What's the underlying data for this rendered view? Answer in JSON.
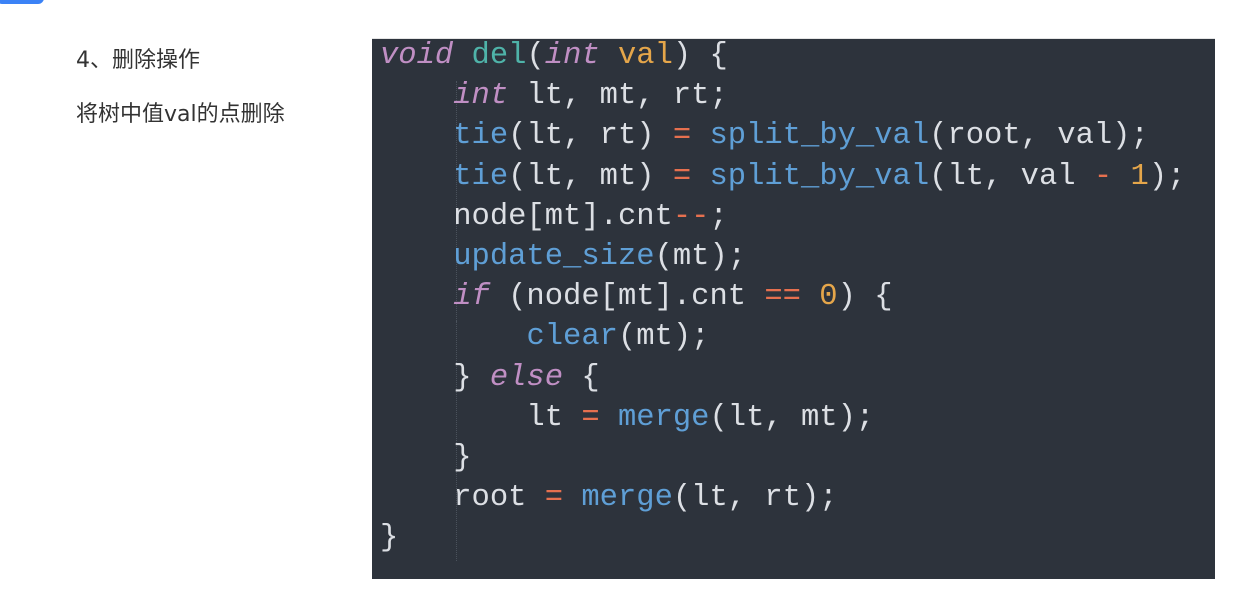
{
  "section": {
    "heading": "4、删除操作",
    "description": "将树中值val的点删除"
  },
  "code": {
    "lines": [
      [
        [
          "kw",
          "void"
        ],
        [
          "t",
          " "
        ],
        [
          "fn",
          "del"
        ],
        [
          "t",
          "("
        ],
        [
          "kw",
          "int"
        ],
        [
          "t",
          " "
        ],
        [
          "param",
          "val"
        ],
        [
          "t",
          ") {"
        ]
      ],
      [
        [
          "t",
          "    "
        ],
        [
          "kw",
          "int"
        ],
        [
          "t",
          " lt, mt, rt;"
        ]
      ],
      [
        [
          "t",
          "    "
        ],
        [
          "call",
          "tie"
        ],
        [
          "t",
          "(lt, rt) "
        ],
        [
          "op",
          "="
        ],
        [
          "t",
          " "
        ],
        [
          "call",
          "split_by_val"
        ],
        [
          "t",
          "(root, val);"
        ]
      ],
      [
        [
          "t",
          "    "
        ],
        [
          "call",
          "tie"
        ],
        [
          "t",
          "(lt, mt) "
        ],
        [
          "op",
          "="
        ],
        [
          "t",
          " "
        ],
        [
          "call",
          "split_by_val"
        ],
        [
          "t",
          "(lt, val "
        ],
        [
          "op",
          "-"
        ],
        [
          "t",
          " "
        ],
        [
          "num",
          "1"
        ],
        [
          "t",
          ");"
        ]
      ],
      [
        [
          "t",
          "    node[mt].cnt"
        ],
        [
          "op",
          "--"
        ],
        [
          "t",
          ";"
        ]
      ],
      [
        [
          "t",
          "    "
        ],
        [
          "call",
          "update_size"
        ],
        [
          "t",
          "(mt);"
        ]
      ],
      [
        [
          "t",
          "    "
        ],
        [
          "kw",
          "if"
        ],
        [
          "t",
          " (node[mt].cnt "
        ],
        [
          "op",
          "=="
        ],
        [
          "t",
          " "
        ],
        [
          "num",
          "0"
        ],
        [
          "t",
          ") {"
        ]
      ],
      [
        [
          "t",
          "        "
        ],
        [
          "call",
          "clear"
        ],
        [
          "t",
          "(mt);"
        ]
      ],
      [
        [
          "t",
          "    } "
        ],
        [
          "kw",
          "else"
        ],
        [
          "t",
          " {"
        ]
      ],
      [
        [
          "t",
          "        lt "
        ],
        [
          "op",
          "="
        ],
        [
          "t",
          " "
        ],
        [
          "call",
          "merge"
        ],
        [
          "t",
          "(lt, mt);"
        ]
      ],
      [
        [
          "t",
          "    }"
        ]
      ],
      [
        [
          "t",
          "    root "
        ],
        [
          "op",
          "="
        ],
        [
          "t",
          " "
        ],
        [
          "call",
          "merge"
        ],
        [
          "t",
          "(lt, rt);"
        ]
      ],
      [
        [
          "t",
          "}"
        ]
      ]
    ]
  }
}
